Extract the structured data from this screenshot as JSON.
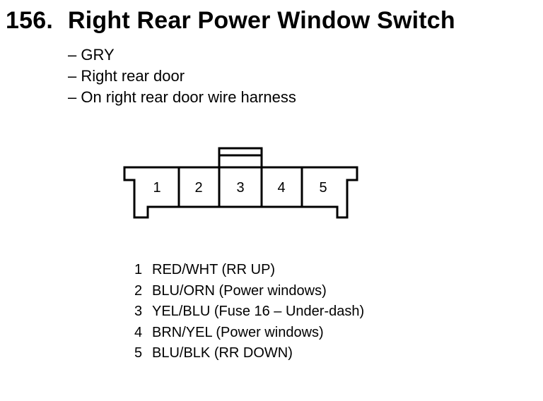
{
  "header": {
    "number": "156.",
    "title": "Right Rear Power Window Switch"
  },
  "details": [
    "– GRY",
    "– Right rear door",
    "– On right rear door wire harness"
  ],
  "connector": {
    "pins": [
      "1",
      "2",
      "3",
      "4",
      "5"
    ]
  },
  "pinout": [
    {
      "pin": "1",
      "desc": "RED/WHT (RR UP)"
    },
    {
      "pin": "2",
      "desc": "BLU/ORN (Power windows)"
    },
    {
      "pin": "3",
      "desc": "YEL/BLU (Fuse 16 – Under-dash)"
    },
    {
      "pin": "4",
      "desc": "BRN/YEL (Power windows)"
    },
    {
      "pin": "5",
      "desc": "BLU/BLK (RR DOWN)"
    }
  ]
}
